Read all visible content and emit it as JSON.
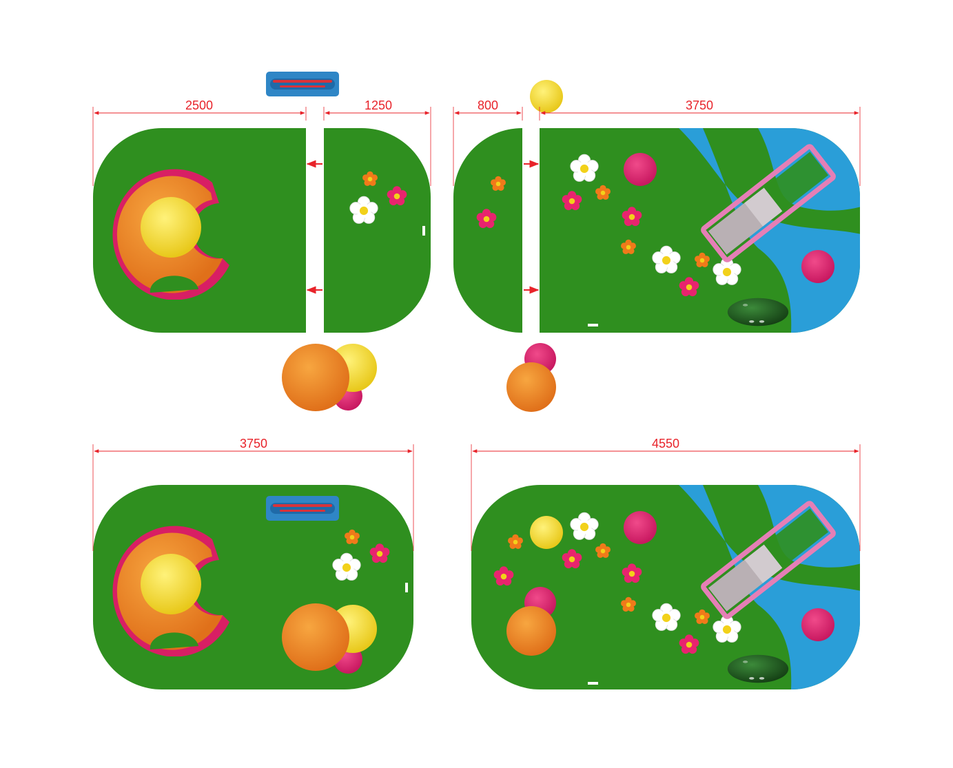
{
  "colors": {
    "grass": "#2f8f1f",
    "grass_light": "#3aa02a",
    "water": "#2a9ed8",
    "dimension": "#e8232a",
    "orange": "#f08a1e",
    "yellow": "#f5dc1e",
    "magenta": "#e0206e",
    "blue_panel": "#2f86c6",
    "slide_frame": "#e57fb6",
    "slide_bed": "#b9b0b4",
    "turtle": "#1f5a1f",
    "flower_white": "#ffffff",
    "flower_pink": "#e8246e",
    "flower_orange": "#f07a1a"
  },
  "dimensions": {
    "top_left_a": "2500",
    "top_left_b": "1250",
    "top_right_a": "800",
    "top_right_b": "3750",
    "bottom_left": "3750",
    "bottom_right": "4550"
  },
  "icons": {
    "dome": "half-dome-climber-icon",
    "flower": "flower-icon",
    "ball": "ball-seat-icon",
    "slide": "slide-icon",
    "turtle": "turtle-shell-icon",
    "panel": "play-panel-icon",
    "connector": "join-arrow-icon"
  }
}
